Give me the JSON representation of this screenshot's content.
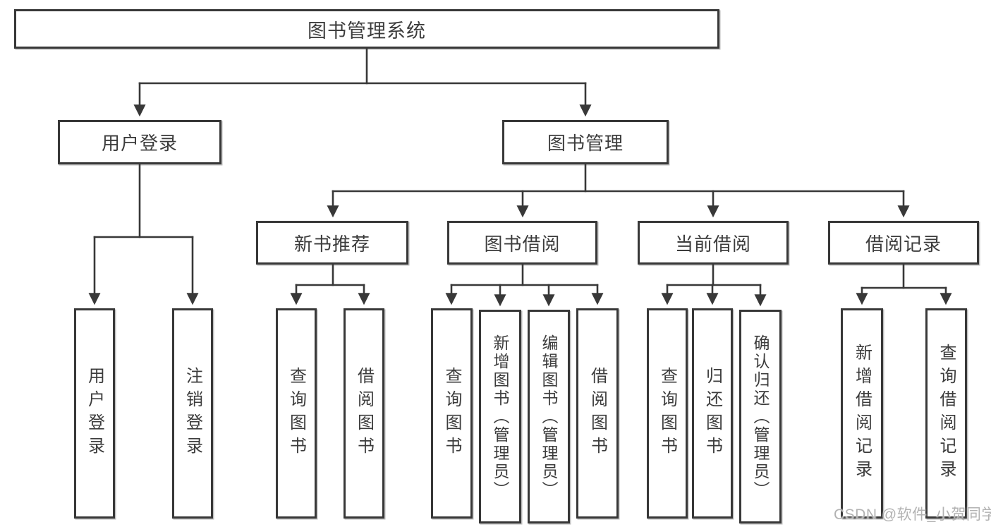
{
  "diagram": {
    "type": "hierarchy-tree",
    "root_label": "图书管理系统",
    "colors": {
      "line": "#383838",
      "text": "#3c3c3c",
      "background": "#ffffff",
      "watermark": "#b2b2b2"
    },
    "nodes": {
      "root": {
        "label": "图书管理系统"
      },
      "branch_user_login": {
        "label": "用户登录"
      },
      "branch_book_mgmt": {
        "label": "图书管理"
      },
      "leaf_user_login": {
        "label": "用户登录"
      },
      "leaf_logout": {
        "label": "注销登录"
      },
      "group_new_book": {
        "label": "新书推荐"
      },
      "group_book_borrow": {
        "label": "图书借阅"
      },
      "group_current_borrow": {
        "label": "当前借阅"
      },
      "group_borrow_records": {
        "label": "借阅记录"
      },
      "nb_query_book": {
        "label": "查询图书"
      },
      "nb_borrow_book": {
        "label": "借阅图书"
      },
      "bb_query_book": {
        "label": "查询图书"
      },
      "bb_add_book_admin": {
        "label": "新增图书（管理员）"
      },
      "bb_edit_book_admin": {
        "label": "编辑图书（管理员）"
      },
      "bb_borrow_book": {
        "label": "借阅图书"
      },
      "cb_query_book": {
        "label": "查询图书"
      },
      "cb_return_book": {
        "label": "归还图书"
      },
      "cb_confirm_return_admin": {
        "label": "确认归还（管理员）"
      },
      "br_add_record": {
        "label": "新增借阅记录"
      },
      "br_query_record": {
        "label": "查询借阅记录"
      }
    },
    "watermark": {
      "text": "CSDN @软件_小贺同学"
    }
  }
}
